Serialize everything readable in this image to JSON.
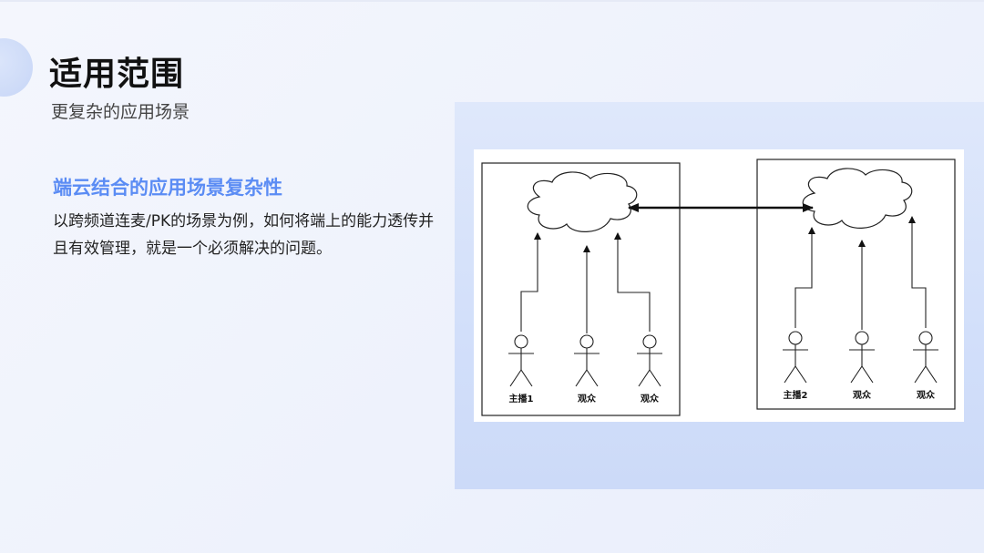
{
  "header": {
    "title": "适用范围",
    "subtitle": "更复杂的应用场景"
  },
  "section": {
    "heading": "端云结合的应用场景复杂性",
    "body": "以跨频道连麦/PK的场景为例，如何将端上的能力透传并且有效管理，就是一个必须解决的问题。"
  },
  "diagram": {
    "groups": [
      {
        "actors": [
          "主播1",
          "观众",
          "观众"
        ]
      },
      {
        "actors": [
          "主播2",
          "观众",
          "观众"
        ]
      }
    ],
    "link": "bidirectional"
  },
  "colors": {
    "accent": "#5b8cf4",
    "panel": "#d6e2fa"
  }
}
